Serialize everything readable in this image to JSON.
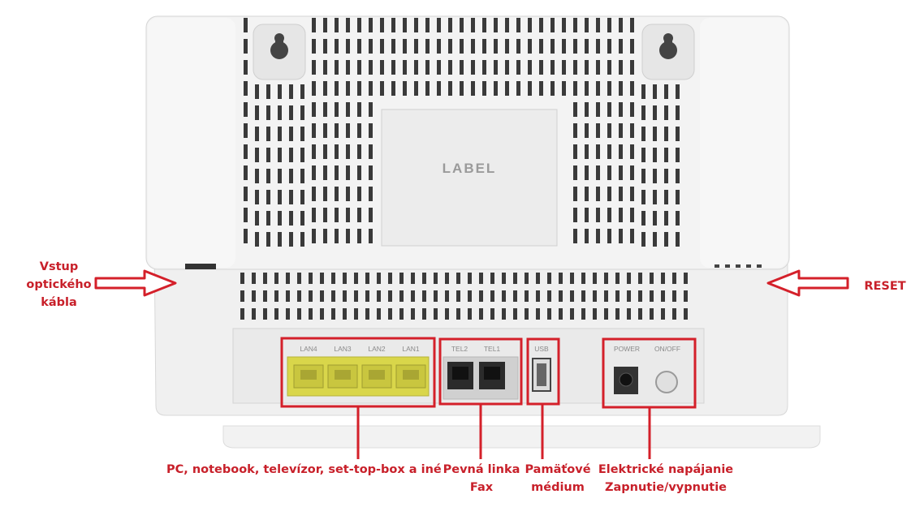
{
  "device": {
    "label_plate": "LABEL",
    "ports": {
      "lan": [
        "LAN4",
        "LAN3",
        "LAN2",
        "LAN1"
      ],
      "tel": [
        "TEL2",
        "TEL1"
      ],
      "usb": "USB",
      "power": "POWER",
      "onoff": "ON/OFF"
    }
  },
  "annotations": {
    "fiber_input": [
      "Vstup",
      "optického",
      "kábla"
    ],
    "reset": "RESET",
    "lan": "PC, notebook, televízor, set-top-box a iné",
    "tel": [
      "Pevná linka",
      "Fax"
    ],
    "usb": [
      "Pamäťové",
      "médium"
    ],
    "power": [
      "Elektrické napájanie",
      "Zapnutie/vypnutie"
    ]
  },
  "colors": {
    "annotation_red": "#c8202a",
    "lan_port_yellow": "#d9d64a",
    "device_body": "#f3f3f3"
  }
}
